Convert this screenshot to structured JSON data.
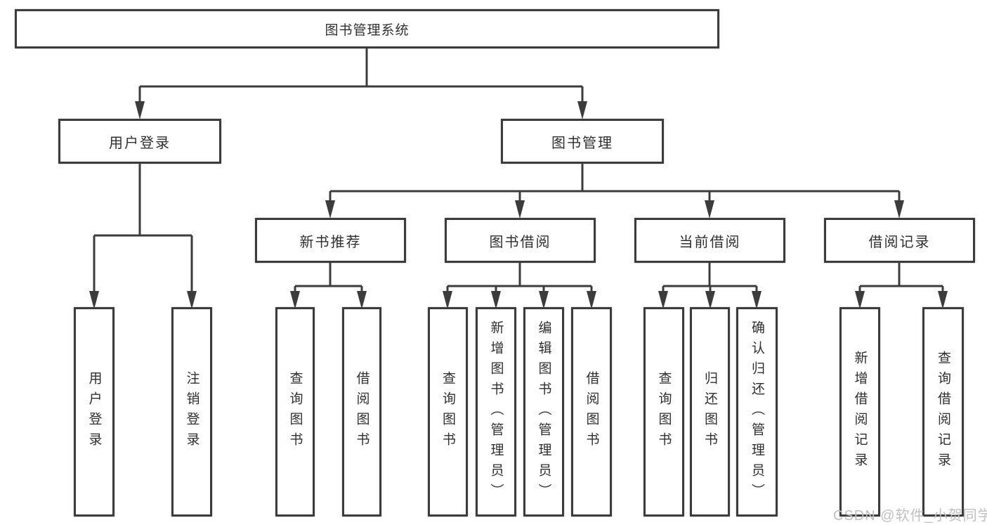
{
  "diagram_title": "图书管理系统",
  "tree": {
    "label": "图书管理系统",
    "children": [
      {
        "label": "用户登录",
        "children": [
          {
            "label": "用户登录"
          },
          {
            "label": "注销登录"
          }
        ]
      },
      {
        "label": "图书管理",
        "children": [
          {
            "label": "新书推荐",
            "children": [
              {
                "label": "查询图书"
              },
              {
                "label": "借阅图书"
              }
            ]
          },
          {
            "label": "图书借阅",
            "children": [
              {
                "label": "查询图书"
              },
              {
                "label": "新增图书（管理员）"
              },
              {
                "label": "编辑图书（管理员）"
              },
              {
                "label": "借阅图书"
              }
            ]
          },
          {
            "label": "当前借阅",
            "children": [
              {
                "label": "查询图书"
              },
              {
                "label": "归还图书"
              },
              {
                "label": "确认归还（管理员）"
              }
            ]
          },
          {
            "label": "借阅记录",
            "children": [
              {
                "label": "新增借阅记录"
              },
              {
                "label": "查询借阅记录"
              }
            ]
          }
        ]
      }
    ]
  },
  "watermark": {
    "text": "CSDN @软件_小贺同学"
  },
  "colors": {
    "line": "#3c3c3c",
    "box_border": "#3c3c3c",
    "box_fill": "#ffffff",
    "text": "#2f2f2f",
    "watermark": "#bfbfbf"
  }
}
